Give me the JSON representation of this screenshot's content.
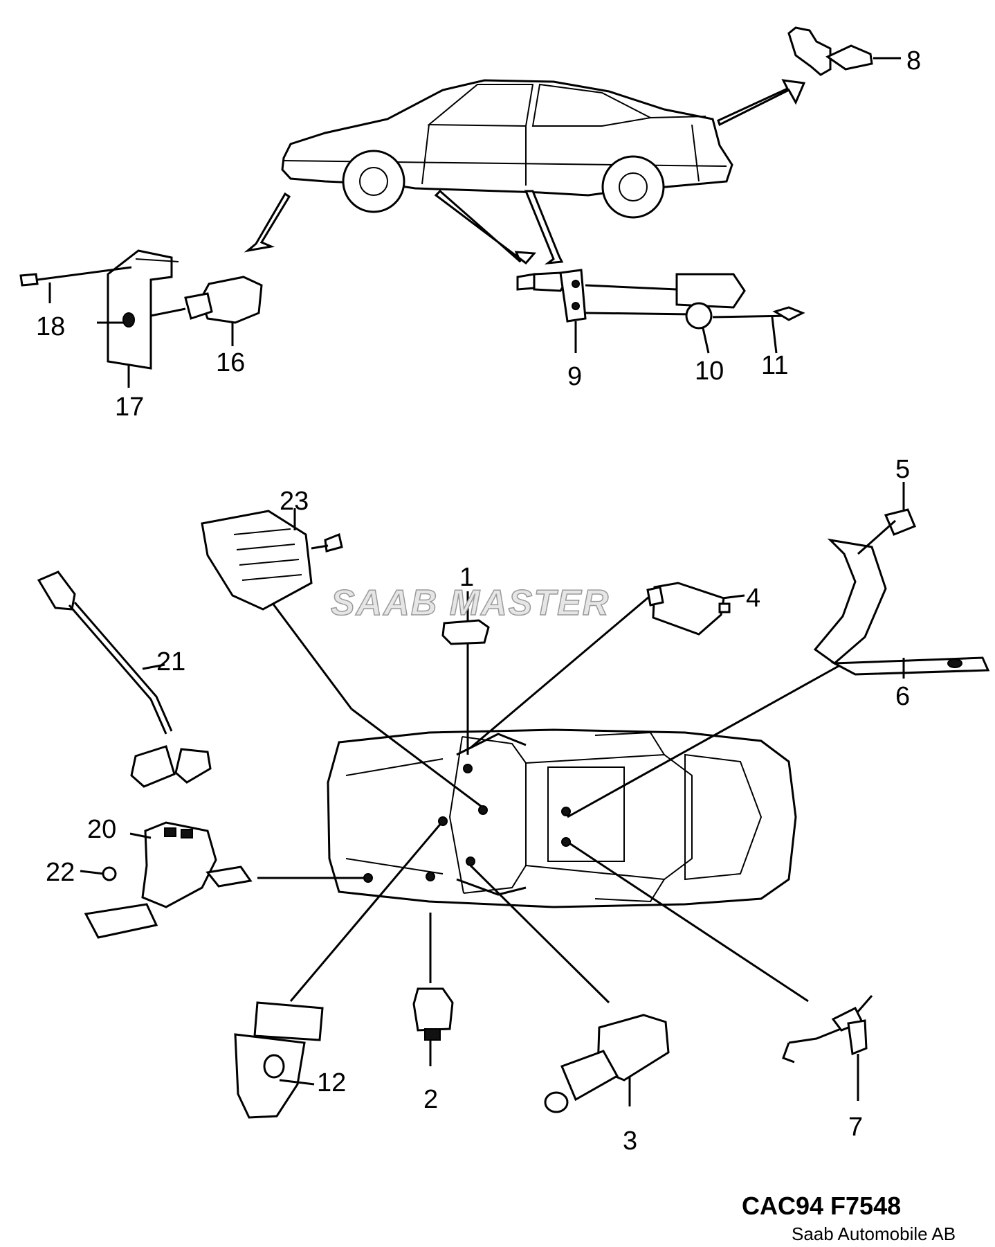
{
  "watermark": "SAAB MASTER",
  "figure_code": "CAC94 F7548",
  "credit": "Saab Automobile AB",
  "callouts": [
    "1",
    "2",
    "3",
    "4",
    "5",
    "6",
    "7",
    "8",
    "9",
    "10",
    "11",
    "12",
    "16",
    "17",
    "18",
    "20",
    "21",
    "22",
    "23"
  ]
}
